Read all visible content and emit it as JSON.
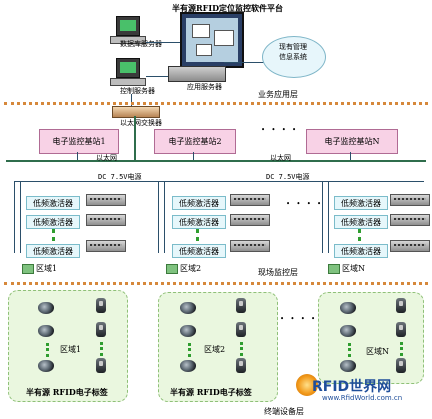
{
  "title": "半有源RFID定位监控软件平台",
  "server_db": "数据库服务器",
  "server_ctrl": "控制服务器",
  "server_app": "应用服务器",
  "mgmt_cloud": "现有管理信息系统",
  "switch": "以太网交换器",
  "layer_business": "业务应用层",
  "station1": "电子监控基站1",
  "station2": "电子监控基站2",
  "stationN": "电子监控基站N",
  "ethernet_label": "以太网",
  "power_label": "DC 7.5V电源",
  "exciter_label": "低频激活器",
  "region1": "区域1",
  "region2": "区域2",
  "regionN": "区域N",
  "layer_field": "现场监控层",
  "tag_label": "半有源 RFID电子标签",
  "layer_terminal": "终端设备层",
  "watermark_logo": "RFID世界网",
  "watermark_url": "www.RfidWorld.com.cn",
  "colors": {
    "pink_box": "#f8d2e6",
    "cyan_box": "#e6f7fb",
    "zone_bg": "#eaf7df",
    "dash": "#d6883b",
    "wire": "#2b4f6a",
    "green": "#2f6d4c"
  }
}
